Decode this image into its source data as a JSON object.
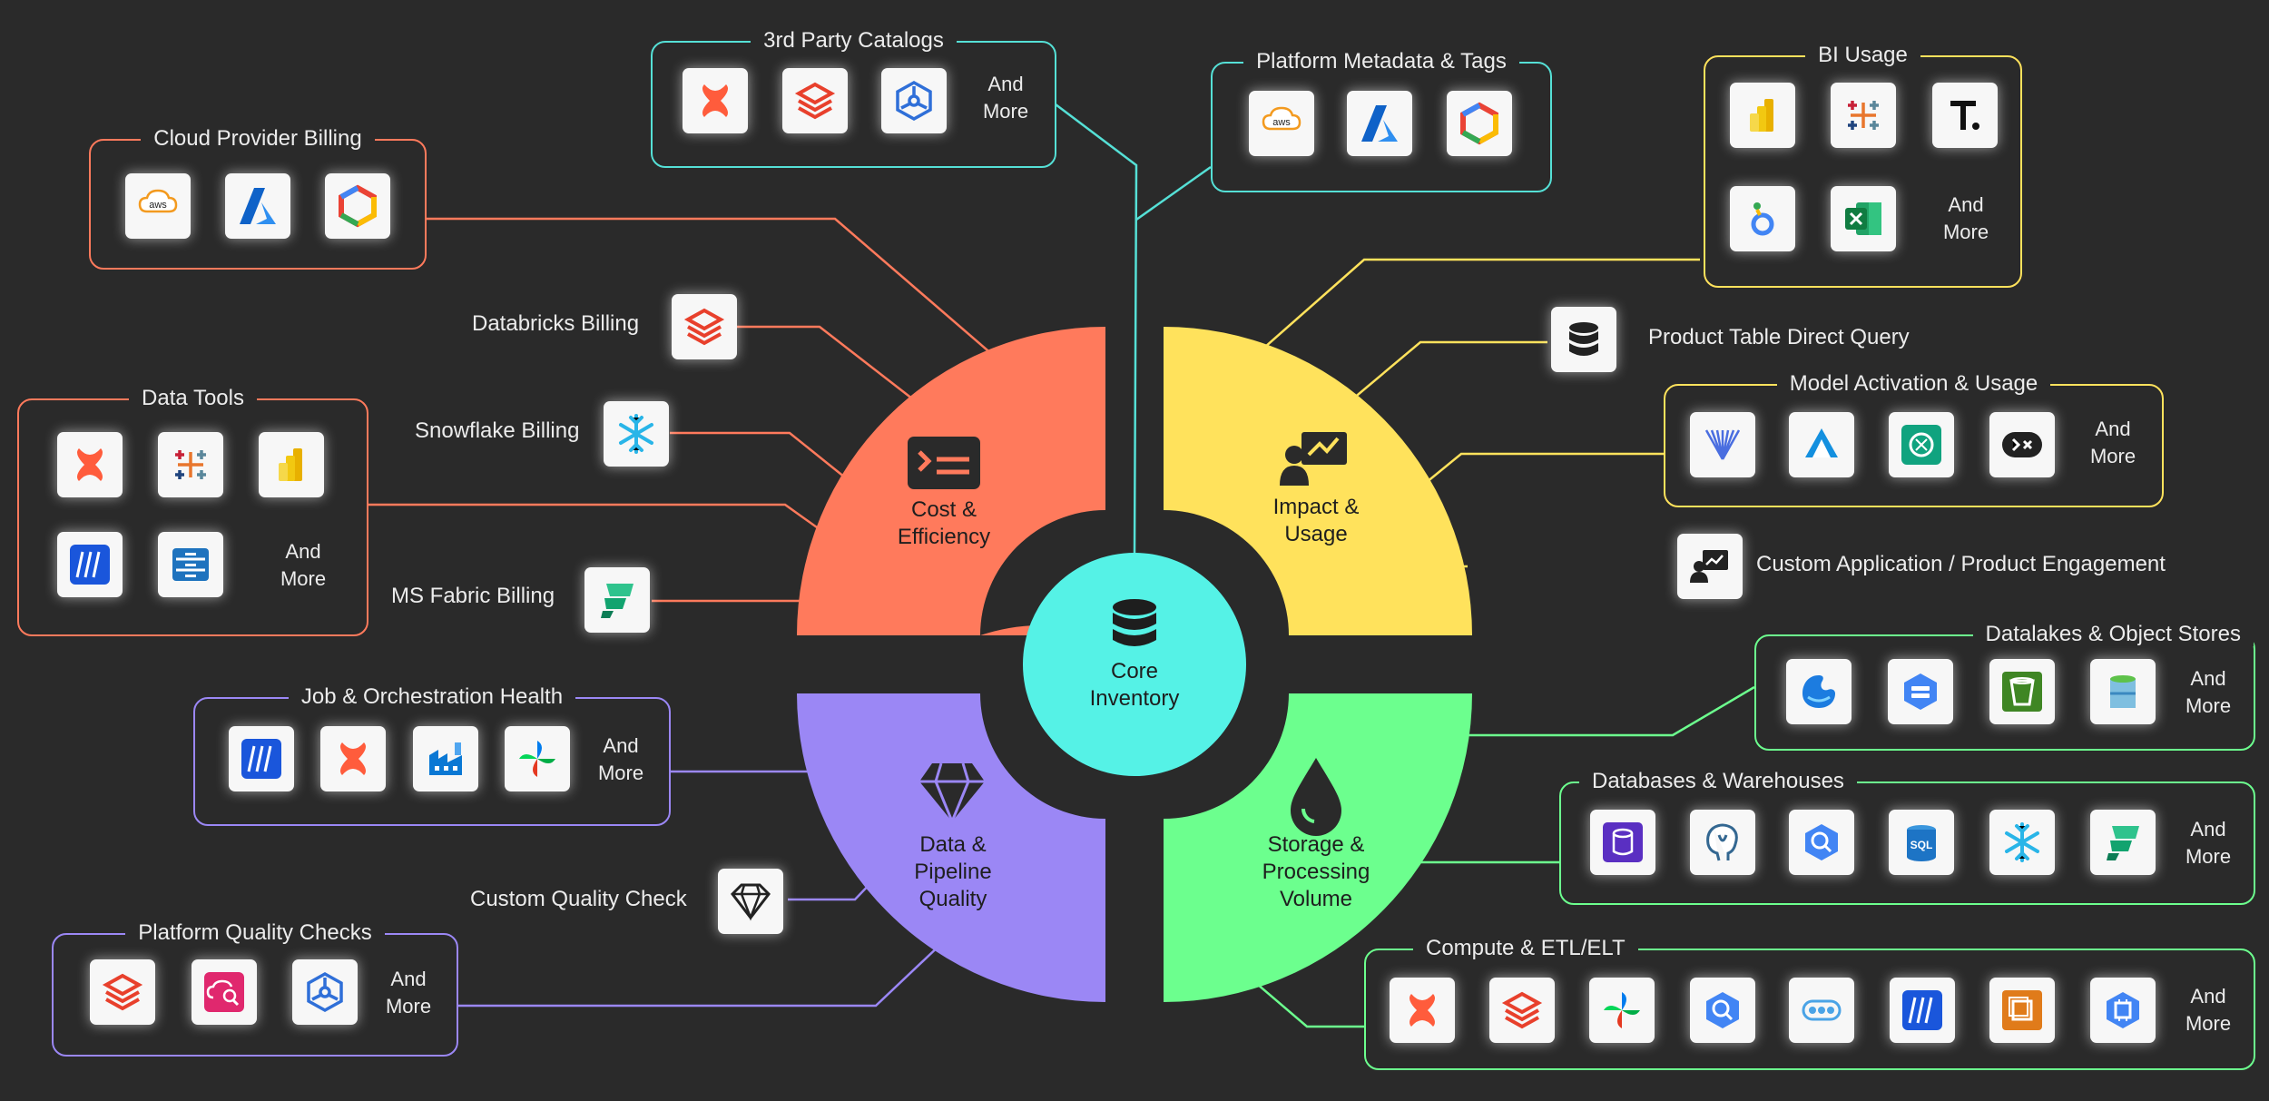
{
  "colors": {
    "background": "#2a2a2a",
    "cost": "#ff7a5c",
    "impact": "#ffe25c",
    "quality": "#9b87f5",
    "storage": "#6cff8e",
    "core": "#55f2e6",
    "catalog_line": "#55e0d6",
    "ink": "#1e1e1e"
  },
  "core": {
    "label": "Core\nInventory",
    "icon": "database-icon"
  },
  "quadrants": {
    "cost": {
      "label": "Cost &\nEfficiency",
      "icon": "billing-icon"
    },
    "impact": {
      "label": "Impact &\nUsage",
      "icon": "presentation-icon"
    },
    "quality": {
      "label": "Data &\nPipeline\nQuality",
      "icon": "diamond-icon"
    },
    "storage": {
      "label": "Storage &\nProcessing\nVolume",
      "icon": "drop-icon"
    }
  },
  "groups": {
    "catalogs": {
      "title": "3rd Party Catalogs",
      "more": "And\nMore",
      "icons": [
        "dagster-icon",
        "databricks-icon",
        "catalog-graph-icon"
      ]
    },
    "metadata": {
      "title": "Platform Metadata & Tags",
      "icons": [
        "aws-icon",
        "azure-icon",
        "google-cloud-icon"
      ]
    },
    "bi": {
      "title": "BI Usage",
      "more": "And\nMore",
      "icons": [
        "power-bi-icon",
        "tableau-icon",
        "thoughtspot-icon",
        "looker-icon",
        "excel-icon"
      ]
    },
    "cloud_billing": {
      "title": "Cloud Provider Billing",
      "icons": [
        "aws-icon",
        "azure-icon",
        "google-cloud-icon"
      ]
    },
    "data_tools": {
      "title": "Data Tools",
      "more": "And\nMore",
      "icons": [
        "dagster-icon",
        "tableau-icon",
        "power-bi-icon",
        "stripes-icon",
        "server-icon"
      ]
    },
    "model": {
      "title": "Model Activation & Usage",
      "more": "And\nMore",
      "icons": [
        "fan-icon",
        "azure-ml-icon",
        "openai-icon",
        "tools-icon"
      ]
    },
    "job": {
      "title": "Job & Orchestration Health",
      "more": "And\nMore",
      "icons": [
        "stripes-icon",
        "dagster-icon",
        "data-factory-icon",
        "airflow-icon"
      ]
    },
    "datalakes": {
      "title": "Datalakes & Object Stores",
      "more": "And\nMore",
      "icons": [
        "onelake-icon",
        "gcs-icon",
        "s3-bucket-icon",
        "datalake-icon"
      ]
    },
    "databases": {
      "title": "Databases & Warehouses",
      "more": "And\nMore",
      "icons": [
        "rds-icon",
        "postgres-icon",
        "bigquery-icon",
        "sql-icon",
        "snowflake-icon",
        "fabric-icon"
      ]
    },
    "platform_quality": {
      "title": "Platform Quality Checks",
      "more": "And\nMore",
      "icons": [
        "databricks-icon",
        "cloud-search-icon",
        "catalog-graph-icon"
      ]
    },
    "compute": {
      "title": "Compute & ETL/ELT",
      "more": "And\nMore",
      "icons": [
        "dagster-icon",
        "databricks-icon",
        "airflow-icon",
        "bigquery-icon",
        "dataflow-icon",
        "stripes-icon",
        "ec2-icon",
        "compute-engine-icon"
      ]
    }
  },
  "singles": {
    "databricks_billing": {
      "label": "Databricks Billing",
      "icon": "databricks-icon"
    },
    "snowflake_billing": {
      "label": "Snowflake Billing",
      "icon": "snowflake-icon"
    },
    "fabric_billing": {
      "label": "MS Fabric Billing",
      "icon": "fabric-icon"
    },
    "product_table": {
      "label": "Product Table Direct Query",
      "icon": "database-icon"
    },
    "custom_app": {
      "label": "Custom Application / Product Engagement",
      "icon": "presentation-icon"
    },
    "custom_quality": {
      "label": "Custom Quality Check",
      "icon": "diamond-icon"
    }
  }
}
